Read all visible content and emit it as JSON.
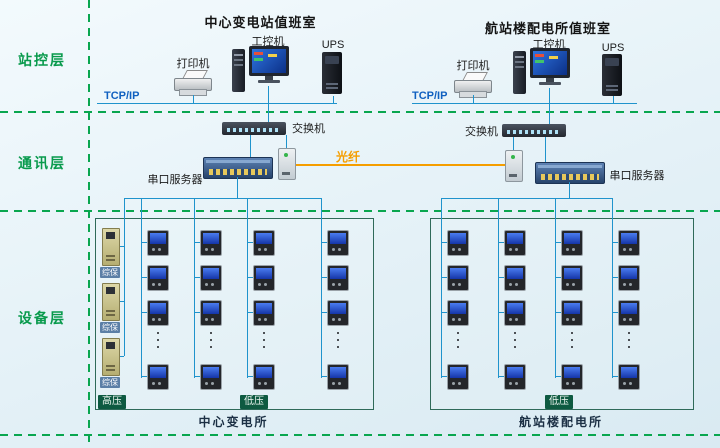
{
  "layers": {
    "station": "站控层",
    "comm": "通讯层",
    "device": "设备层"
  },
  "rooms": {
    "left": {
      "title": "中心变电站值班室",
      "printer": "打印机",
      "pc": "工控机",
      "ups": "UPS",
      "tcpip": "TCP/IP",
      "switch": "交换机",
      "serial_server": "串口服务器"
    },
    "right": {
      "title": "航站楼配电所值班室",
      "printer": "打印机",
      "pc": "工控机",
      "ups": "UPS",
      "tcpip": "TCP/IP",
      "switch": "交换机",
      "serial_server": "串口服务器"
    }
  },
  "fiber_label": "光纤",
  "panels": {
    "left": {
      "hv_badge": "高压",
      "lv_badge": "低压",
      "caption": "中心变电所",
      "relays": [
        "综保",
        "综保",
        "综保"
      ]
    },
    "right": {
      "lv_badge": "低压",
      "caption": "航站楼配电所"
    }
  },
  "icons": {
    "printer": "printer-icon",
    "workstation": "workstation-icon",
    "ups": "ups-icon",
    "switch": "switch-icon",
    "serial_server": "serial-server-icon",
    "media_converter": "media-converter-icon",
    "protection_relay": "relay-icon",
    "power_meter": "power-meter-icon"
  },
  "colors": {
    "layer_green": "#09a64f",
    "line_blue": "#1f93cc",
    "fiber_orange": "#f59e00",
    "badge_green": "#0e5a41",
    "tcpip_blue": "#1060c0"
  }
}
